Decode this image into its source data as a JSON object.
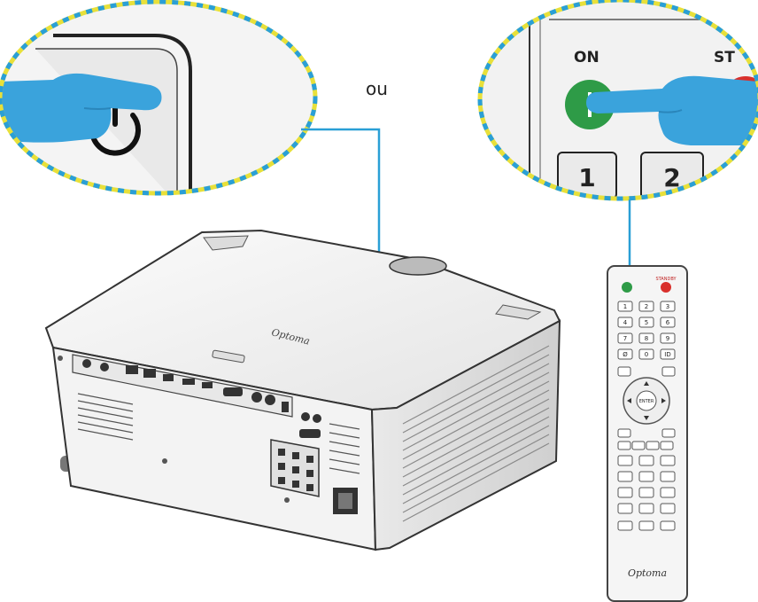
{
  "connector_word": "ou",
  "callout_right": {
    "on_label": "ON",
    "standby_partial": "ST",
    "key_1": "1",
    "key_2": "2"
  },
  "remote": {
    "standby_label": "STANDBY",
    "keys": [
      "1",
      "2",
      "3",
      "4",
      "5",
      "6",
      "7",
      "8",
      "9",
      "Ø",
      "0",
      "ID"
    ],
    "center_label": "ENTER",
    "brand": "Optoma"
  },
  "projector": {
    "brand": "Optoma"
  },
  "colors": {
    "hand": "#3aa3dc",
    "connector": "#2a9fd6",
    "callout_dash_yellow": "#e8e03a",
    "callout_dash_blue": "#2a9fd6",
    "on_button": "#2e9b47",
    "standby_button": "#d9302c"
  },
  "icons": [
    "power-icon",
    "pointing-hand-icon"
  ]
}
